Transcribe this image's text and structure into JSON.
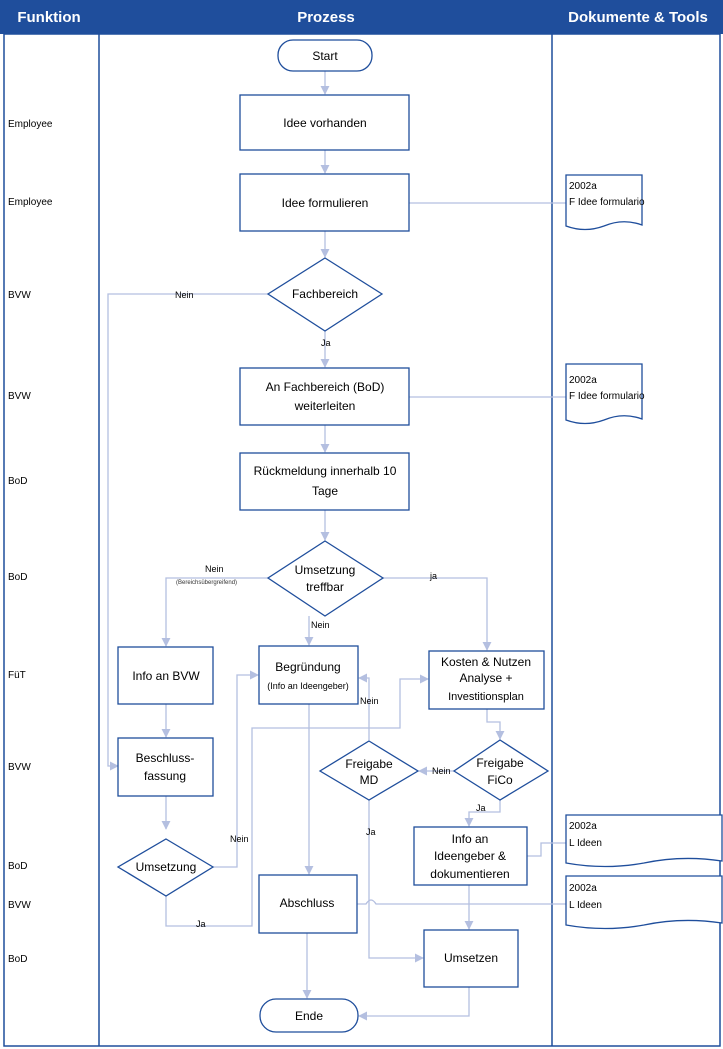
{
  "headers": {
    "funktion": "Funktion",
    "prozess": "Prozess",
    "dokumente": "Dokumente & Tools"
  },
  "roles": [
    "Employee",
    "Employee",
    "BVW",
    "BVW",
    "BoD",
    "BoD",
    "FüT",
    "BVW",
    "BoD",
    "BVW",
    "BoD"
  ],
  "nodes": {
    "start": "Start",
    "idee_vorhanden": "Idee vorhanden",
    "idee_formulieren": "Idee formulieren",
    "fachbereich": "Fachbereich",
    "an_fachbereich_1": "An Fachbereich (BoD)",
    "an_fachbereich_2": "weiterleiten",
    "rueckmeldung_1": "Rückmeldung innerhalb 10",
    "rueckmeldung_2": "Tage",
    "umsetzung_treffbar_1": "Umsetzung",
    "umsetzung_treffbar_2": "treffbar",
    "info_an_bvw": "Info an BVW",
    "begruendung_1": "Begründung",
    "begruendung_2": "(Info an Ideengeber)",
    "kosten_1": "Kosten & Nutzen",
    "kosten_2": "Analyse +",
    "kosten_3": "Investitionsplan",
    "beschluss_1": "Beschluss-",
    "beschluss_2": "fassung",
    "freigabe_md_1": "Freigabe",
    "freigabe_md_2": "MD",
    "freigabe_fico_1": "Freigabe",
    "freigabe_fico_2": "FiCo",
    "info_ideengeber_1": "Info an",
    "info_ideengeber_2": "Ideengeber &",
    "info_ideengeber_3": "dokumentieren",
    "umsetzung": "Umsetzung",
    "abschluss": "Abschluss",
    "umsetzen": "Umsetzen",
    "ende": "Ende"
  },
  "labels": {
    "nein_fachbereich": "Nein",
    "ja_fachbereich": "Ja",
    "nein_treffbar": "Nein",
    "nein_treffbar_note": "(Bereichsübergreifend)",
    "ja_treffbar": "ja",
    "nein_treffbar_down": "Nein",
    "nein_md": "Nein",
    "nein_fico": "Nein",
    "ja_fico": "Ja",
    "ja_md": "Ja",
    "nein_umsetzung": "Nein",
    "ja_umsetzung": "Ja"
  },
  "documents": [
    {
      "code": "2002a",
      "name": "F Idee formulario"
    },
    {
      "code": "2002a",
      "name": "F Idee formulario"
    },
    {
      "code": "2002a",
      "name": "L Ideen"
    },
    {
      "code": "2002a",
      "name": "L Ideen"
    }
  ],
  "colors": {
    "header": "#1F4E9C",
    "border": "#1F4E9C",
    "connector": "#B4BFE0"
  }
}
